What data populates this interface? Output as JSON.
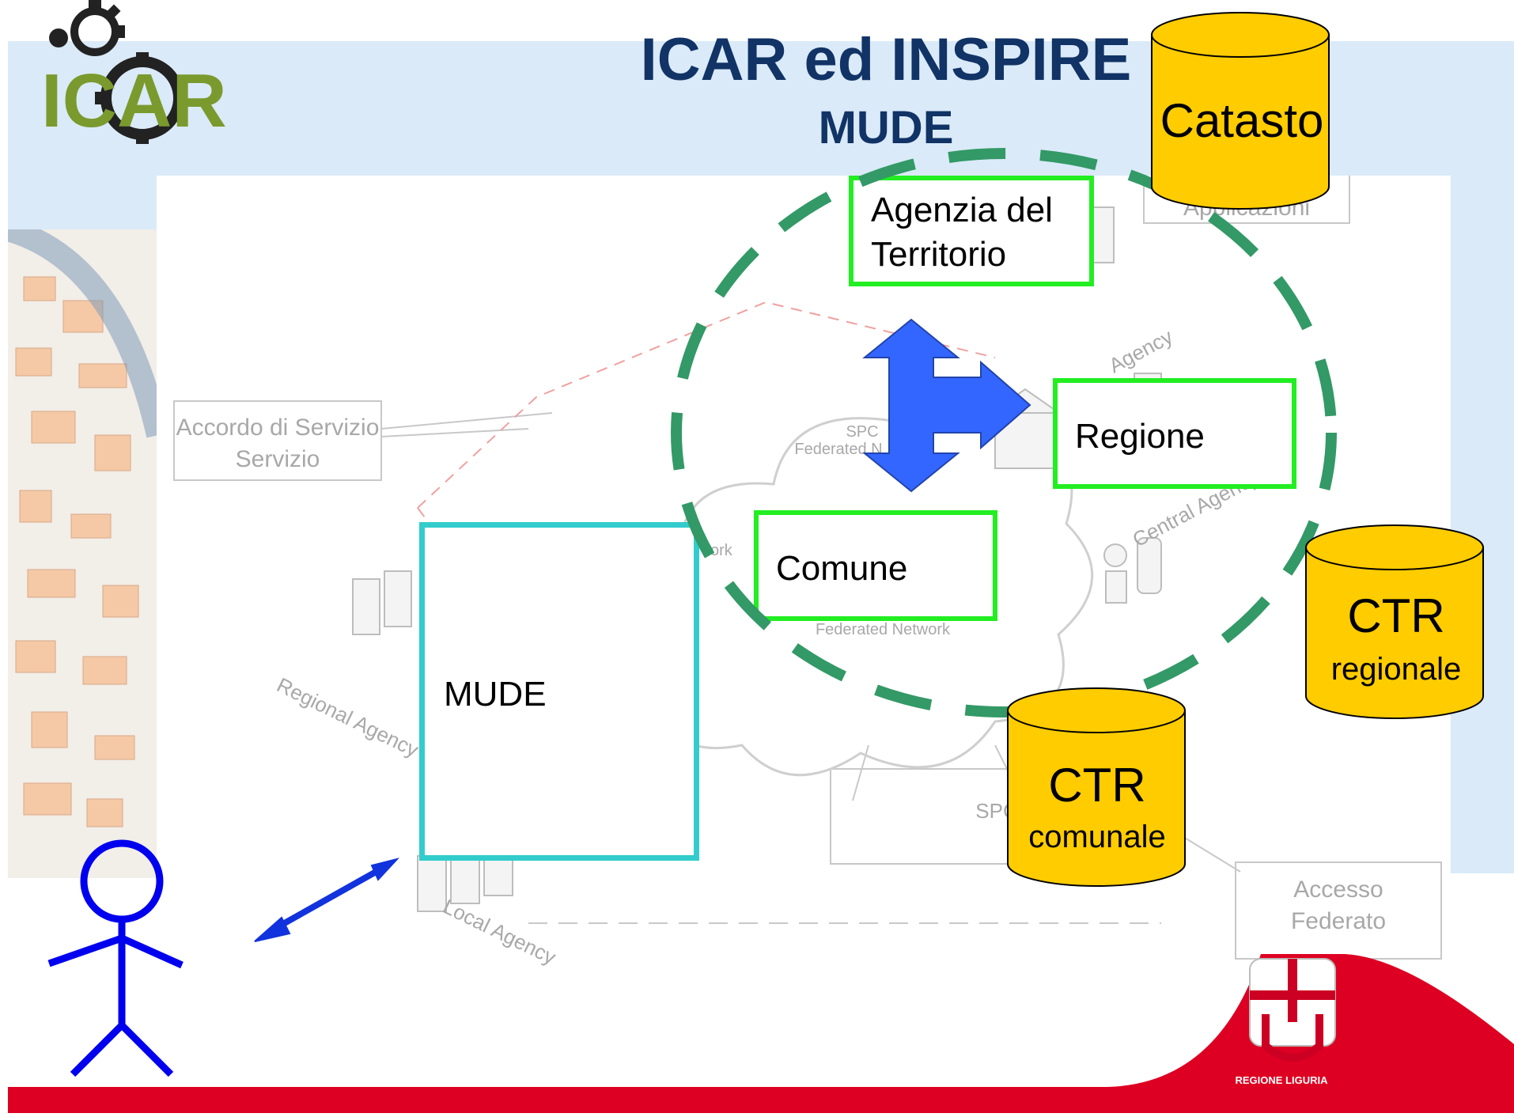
{
  "header": {
    "logo_text": "ICAR",
    "title": "ICAR ed INSPIRE",
    "subtitle": "MUDE"
  },
  "nodes": {
    "agenzia": "Agenzia del Territorio",
    "regione": "Regione",
    "comune": "Comune",
    "mude": "MUDE"
  },
  "databases": {
    "catasto": "Catasto",
    "ctr_regionale": {
      "line1": "CTR",
      "line2": "regionale"
    },
    "ctr_comunale": {
      "line1": "CTR",
      "line2": "comunale"
    }
  },
  "background_diagram": {
    "accordo": "Accordo di Servizio",
    "spc_federated": "SPC Federated N",
    "federated_network": "Federated Network",
    "regional_agency": "Regional Agency",
    "central_agency": "Central Agency",
    "agency": "Agency",
    "local_agency": "Local Agency",
    "spc": "SPC",
    "accesso_federato": "Accesso Federato",
    "applicazioni": "Applicazioni",
    "network_fragment": "ork"
  },
  "footer_logo": "REGIONE LIGURIA",
  "colors": {
    "title": "#113366",
    "node_border": "#22ee22",
    "mude_border": "#33cccc",
    "cylinder": "#ffcc00",
    "dashed_circle": "#339966",
    "arrows": "#3366ff",
    "stick_figure": "#0000ee",
    "footer": "#dd0022",
    "logo_green": "#7a9a2e"
  }
}
